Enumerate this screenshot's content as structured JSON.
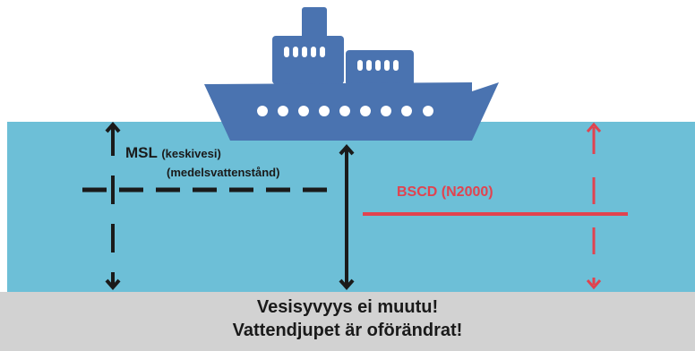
{
  "colors": {
    "sky": "#ffffff",
    "water": "#6dbfd7",
    "seabed": "#d2d2d2",
    "ship": "#4a73b0",
    "window": "#ffffff",
    "line_dark": "#1a1a1a",
    "line_red": "#e1434f"
  },
  "labels": {
    "msl": "MSL",
    "msl_fi": "(keskivesi)",
    "msl_sv": "(medelsvattenstånd)",
    "bscd": "BSCD (N2000)"
  },
  "message": {
    "line1": "Vesisyvyys ei muutu!",
    "line2": "Vattendjupet är oförändrat!"
  }
}
